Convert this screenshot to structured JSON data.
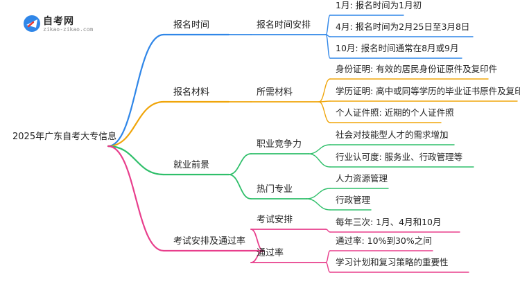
{
  "logo": {
    "title": "自考网",
    "url": "zikao-zikao.com"
  },
  "colors": {
    "branch1": "#2f86e8",
    "branch2": "#f0a50a",
    "branch3": "#2fbf6a",
    "branch4": "#e83e8c",
    "logo_blue": "#2f86e8",
    "logo_red": "#e53935"
  },
  "mindmap": {
    "root": "2025年广东自考大专信息",
    "branches": [
      {
        "label": "报名时间",
        "children": [
          {
            "label": "报名时间安排",
            "children": [
              "1月: 报名时间为1月初",
              "4月: 报名时间为2月25日至3月8日",
              "10月: 报名时间通常在8月或9月"
            ]
          }
        ]
      },
      {
        "label": "报名材料",
        "children": [
          {
            "label": "所需材料",
            "children": [
              "身份证明: 有效的居民身份证原件及复印件",
              "学历证明: 高中或同等学历的毕业证书原件及复印件",
              "个人证件照: 近期的个人证件照"
            ]
          }
        ]
      },
      {
        "label": "就业前景",
        "children": [
          {
            "label": "职业竞争力",
            "children": [
              "社会对技能型人才的需求增加",
              "行业认可度: 服务业、行政管理等"
            ]
          },
          {
            "label": "热门专业",
            "children": [
              "人力资源管理",
              "行政管理"
            ]
          }
        ]
      },
      {
        "label": "考试安排及通过率",
        "children": [
          {
            "label": "考试安排",
            "children": [
              "每年三次: 1月、4月和10月"
            ]
          },
          {
            "label": "通过率",
            "children": [
              "通过率: 10%到30%之间",
              "学习计划和复习策略的重要性"
            ]
          }
        ]
      }
    ]
  }
}
